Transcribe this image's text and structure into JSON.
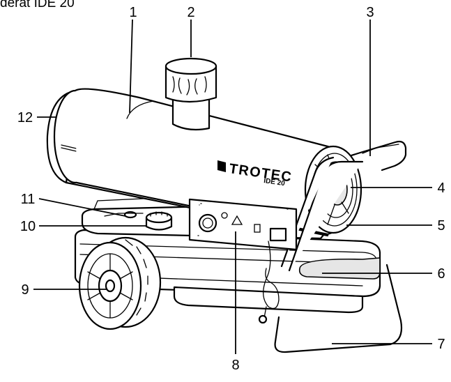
{
  "caption": {
    "prefix": "derät ",
    "model": "IDE 20"
  },
  "device": {
    "brand": "TROTEC",
    "model_label": "IDE 20"
  },
  "callouts": [
    "1",
    "2",
    "3",
    "4",
    "5",
    "6",
    "7",
    "8",
    "9",
    "10",
    "11",
    "12"
  ]
}
